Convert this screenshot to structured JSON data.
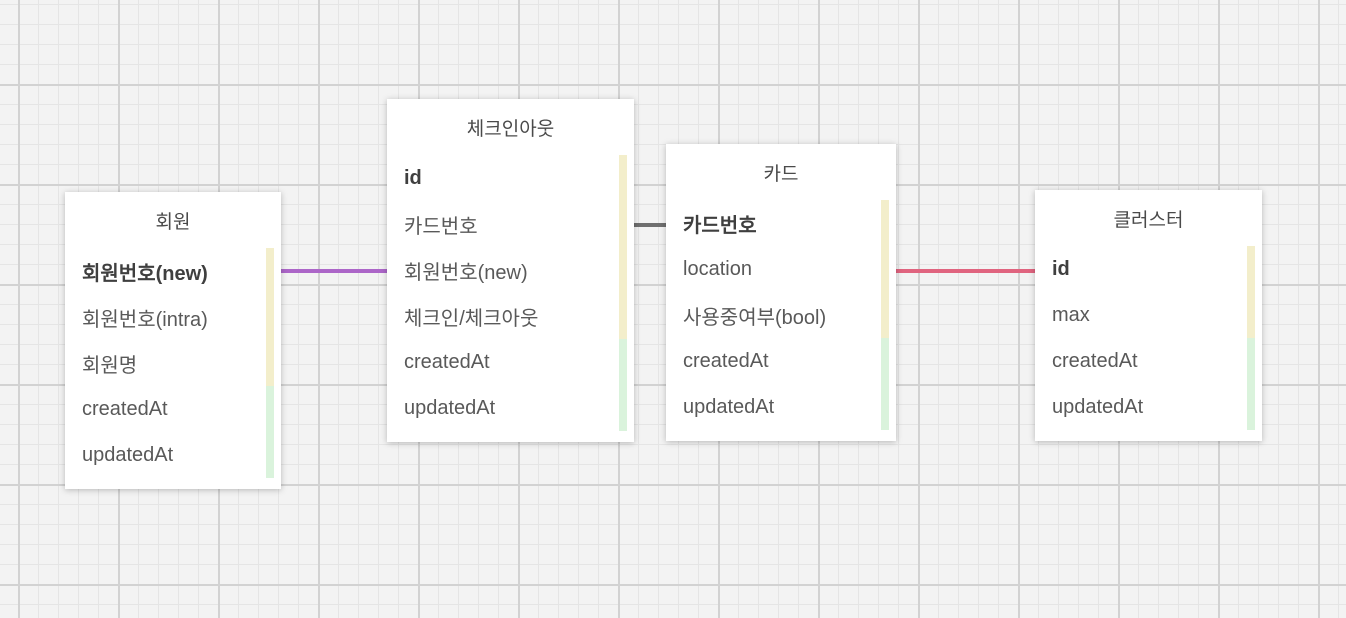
{
  "canvas": {
    "kind": "erd-diagram"
  },
  "colors": {
    "background": "#f3f3f3",
    "grid_minor": "#e5e5e5",
    "grid_major": "#d2d2d2",
    "table_background": "#ffffff",
    "strip_yellow": "#f3eecb",
    "strip_green": "#daf3dc",
    "relation_purple": "#ac66c8",
    "relation_gray": "#6f6f6f",
    "relation_pink": "#e0647f"
  },
  "tables": [
    {
      "name": "회원",
      "fields": [
        {
          "label": "회원번호(new)",
          "bold": true,
          "strip": "yellow"
        },
        {
          "label": "회원번호(intra)",
          "bold": false,
          "strip": "yellow"
        },
        {
          "label": "회원명",
          "bold": false,
          "strip": "yellow"
        },
        {
          "label": "createdAt",
          "bold": false,
          "strip": "green"
        },
        {
          "label": "updatedAt",
          "bold": false,
          "strip": "green"
        }
      ]
    },
    {
      "name": "체크인아웃",
      "fields": [
        {
          "label": "id",
          "bold": true,
          "strip": "yellow"
        },
        {
          "label": "카드번호",
          "bold": false,
          "strip": "yellow"
        },
        {
          "label": "회원번호(new)",
          "bold": false,
          "strip": "yellow"
        },
        {
          "label": "체크인/체크아웃",
          "bold": false,
          "strip": "yellow"
        },
        {
          "label": "createdAt",
          "bold": false,
          "strip": "green"
        },
        {
          "label": "updatedAt",
          "bold": false,
          "strip": "green"
        }
      ]
    },
    {
      "name": "카드",
      "fields": [
        {
          "label": "카드번호",
          "bold": true,
          "strip": "yellow"
        },
        {
          "label": "location",
          "bold": false,
          "strip": "yellow"
        },
        {
          "label": "사용중여부(bool)",
          "bold": false,
          "strip": "yellow"
        },
        {
          "label": "createdAt",
          "bold": false,
          "strip": "green"
        },
        {
          "label": "updatedAt",
          "bold": false,
          "strip": "green"
        }
      ]
    },
    {
      "name": "클러스터",
      "fields": [
        {
          "label": "id",
          "bold": true,
          "strip": "yellow"
        },
        {
          "label": "max",
          "bold": false,
          "strip": "yellow"
        },
        {
          "label": "createdAt",
          "bold": false,
          "strip": "green"
        },
        {
          "label": "updatedAt",
          "bold": false,
          "strip": "green"
        }
      ]
    }
  ],
  "relations": [
    {
      "from": "회원.회원번호(new)",
      "to": "체크인아웃.회원번호(new)",
      "color": "#ac66c8"
    },
    {
      "from": "체크인아웃.카드번호",
      "to": "카드.카드번호",
      "color": "#6f6f6f"
    },
    {
      "from": "카드.location",
      "to": "클러스터.id",
      "color": "#e0647f"
    }
  ]
}
